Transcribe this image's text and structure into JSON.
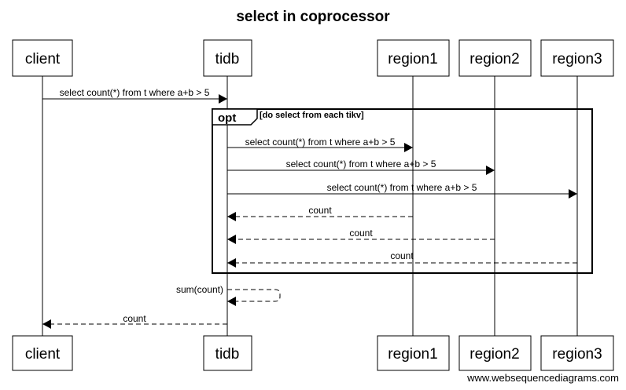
{
  "title": "select in coprocessor",
  "participants": [
    {
      "id": "client",
      "label": "client"
    },
    {
      "id": "tidb",
      "label": "tidb"
    },
    {
      "id": "region1",
      "label": "region1"
    },
    {
      "id": "region2",
      "label": "region2"
    },
    {
      "id": "region3",
      "label": "region3"
    }
  ],
  "frame": {
    "operator": "opt",
    "condition": "[do select from each tikv]"
  },
  "messages": [
    {
      "from": "client",
      "to": "tidb",
      "label": "select count(*) from t where a+b > 5",
      "style": "solid"
    },
    {
      "from": "tidb",
      "to": "region1",
      "label": "select count(*) from t where a+b > 5",
      "style": "solid"
    },
    {
      "from": "tidb",
      "to": "region2",
      "label": "select count(*) from t where a+b > 5",
      "style": "solid"
    },
    {
      "from": "tidb",
      "to": "region3",
      "label": "select count(*) from t where a+b > 5",
      "style": "solid"
    },
    {
      "from": "region1",
      "to": "tidb",
      "label": "count",
      "style": "dashed"
    },
    {
      "from": "region2",
      "to": "tidb",
      "label": "count",
      "style": "dashed"
    },
    {
      "from": "region3",
      "to": "tidb",
      "label": "count",
      "style": "dashed"
    },
    {
      "from": "tidb",
      "to": "tidb",
      "label": "sum(count)",
      "style": "dashed"
    },
    {
      "from": "tidb",
      "to": "client",
      "label": "count",
      "style": "dashed"
    }
  ],
  "footer": "www.websequencediagrams.com"
}
